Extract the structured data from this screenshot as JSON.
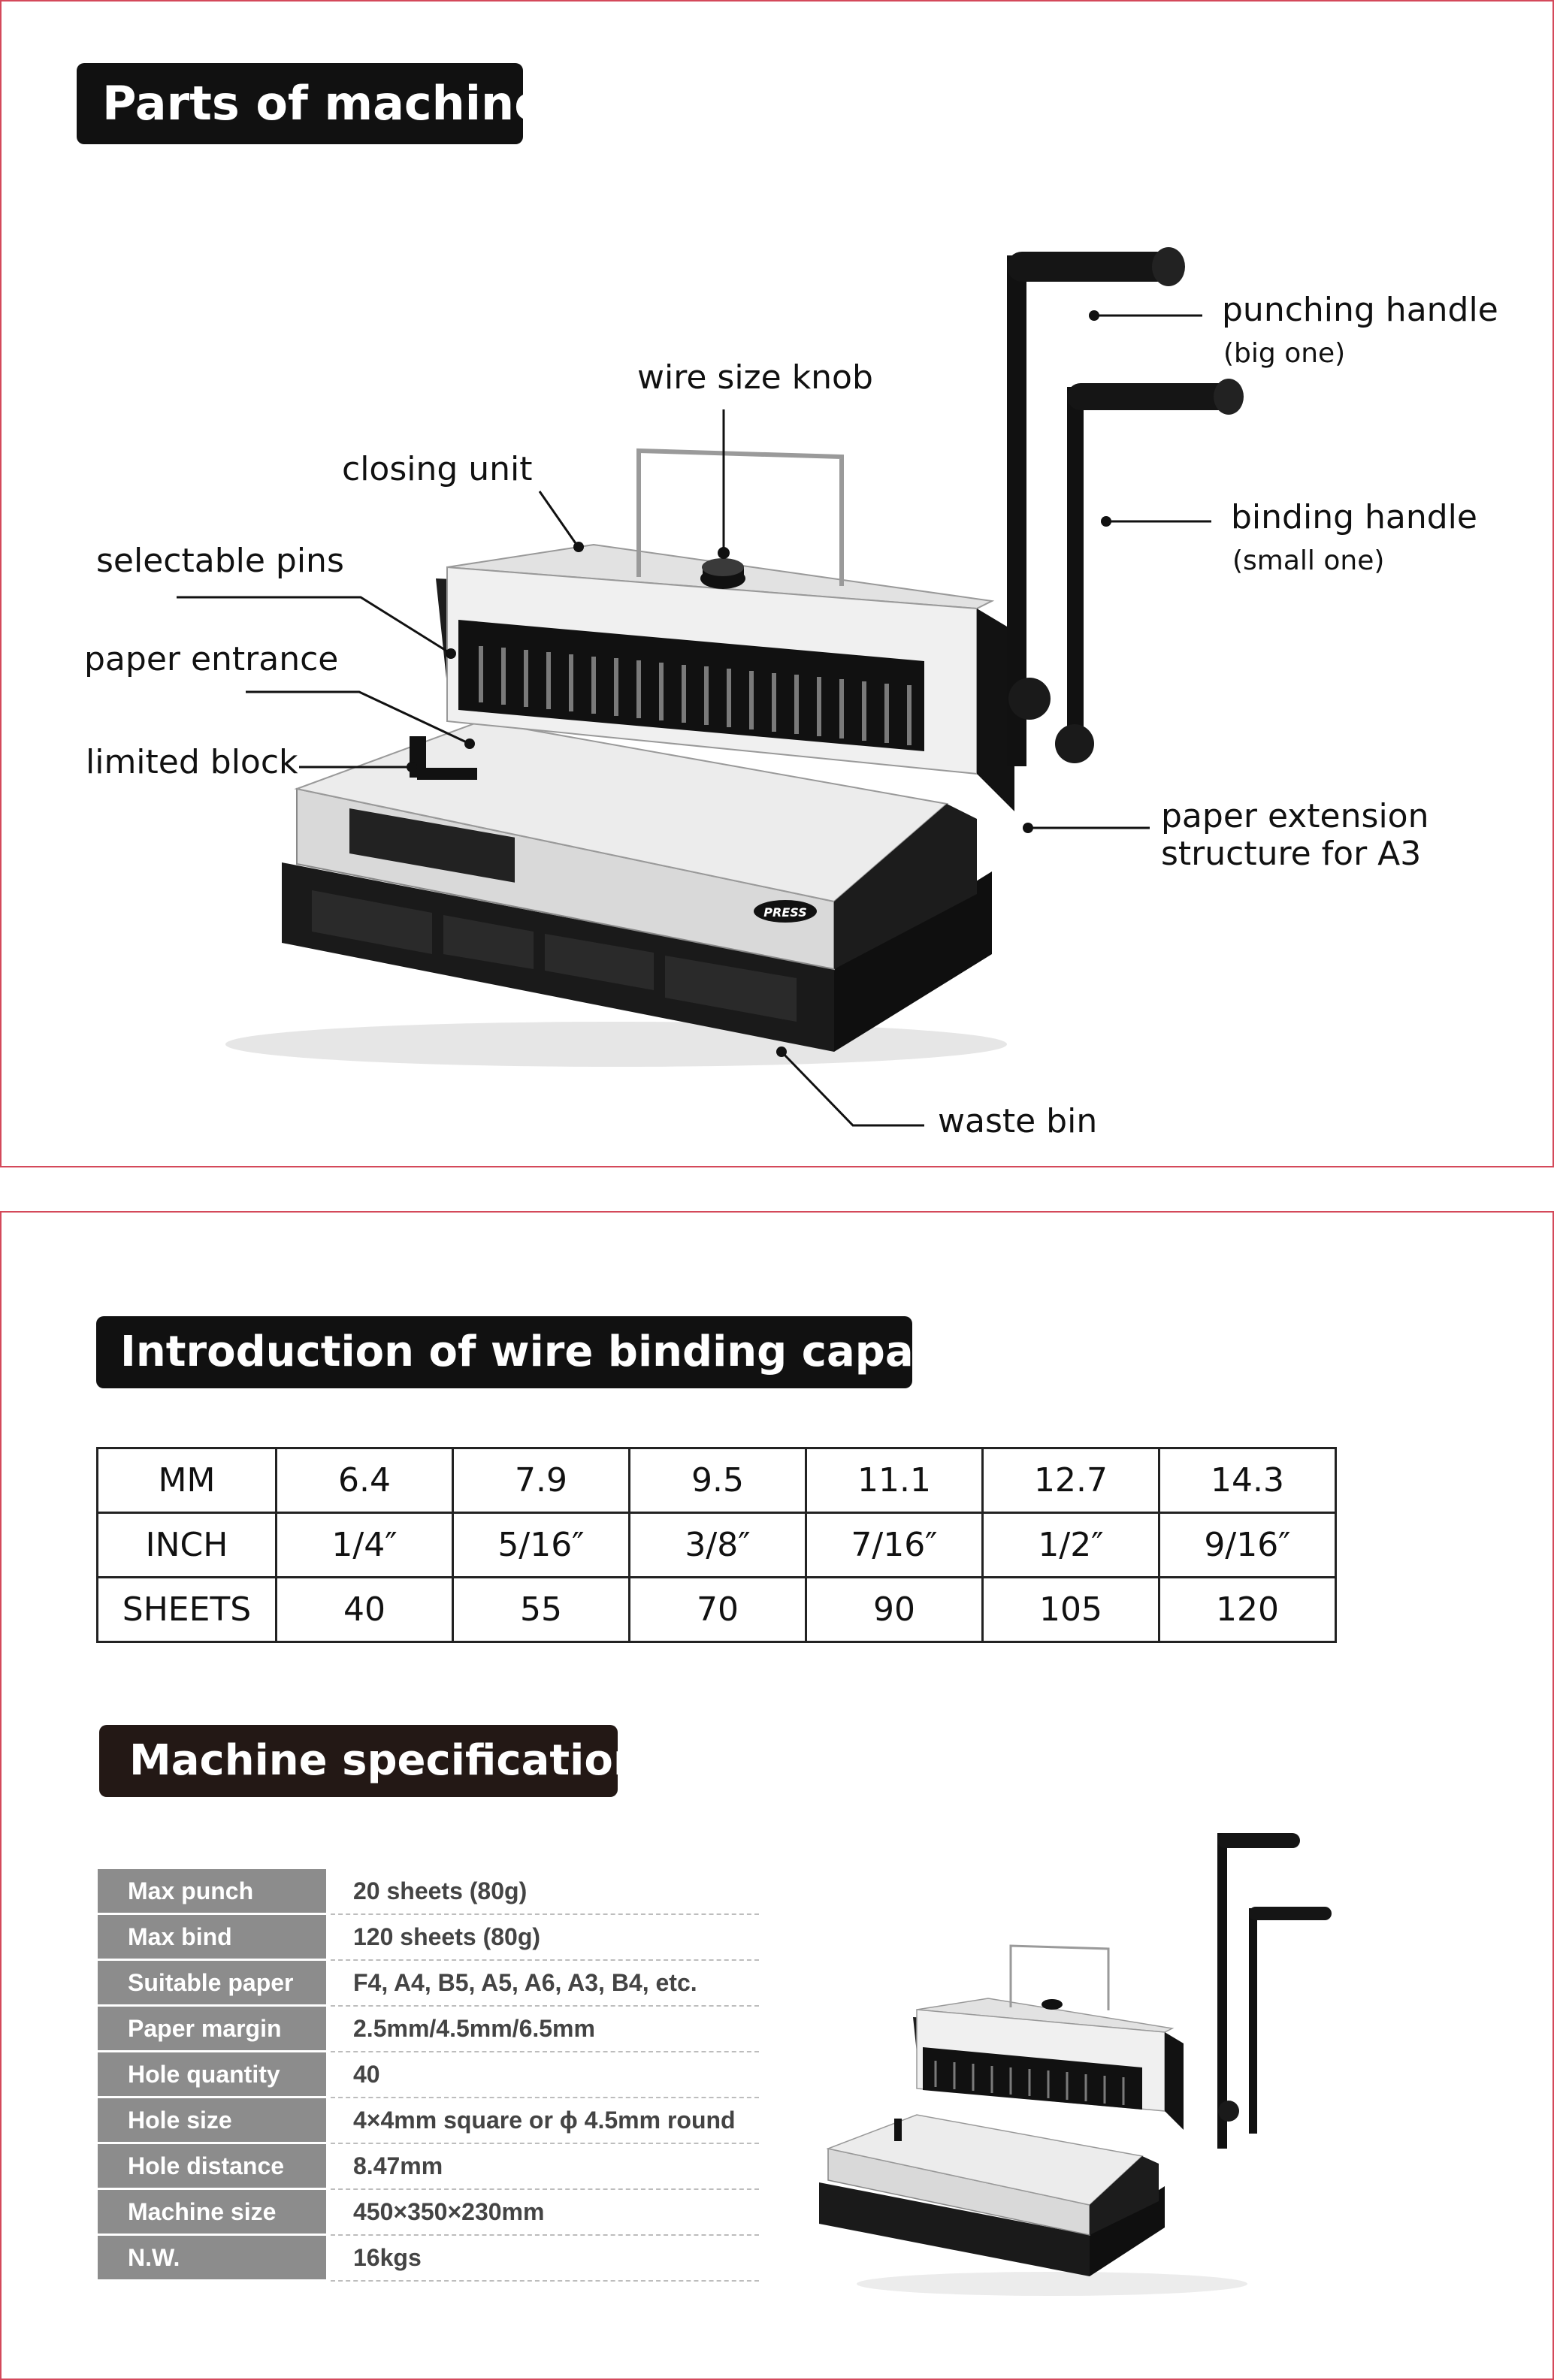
{
  "parts_section": {
    "title": "Parts of machine",
    "callouts": {
      "punching_handle": "punching handle",
      "punching_handle_sub": "(big one)",
      "binding_handle": "binding handle",
      "binding_handle_sub": "(small one)",
      "wire_size_knob": "wire size knob",
      "closing_unit": "closing unit",
      "selectable_pins": "selectable pins",
      "paper_entrance": "paper entrance",
      "limited_block": "limited block",
      "paper_extension_line1": "paper extension",
      "paper_extension_line2": "structure for A3",
      "waste_bin": "waste bin"
    },
    "machine_label": "PRESS"
  },
  "capacity_section": {
    "title": "Introduction of wire binding capacity",
    "rows": [
      {
        "label": "MM",
        "values": [
          "6.4",
          "7.9",
          "9.5",
          "11.1",
          "12.7",
          "14.3"
        ]
      },
      {
        "label": "INCH",
        "values": [
          "1/4″",
          "5/16″",
          "3/8″",
          "7/16″",
          "1/2″",
          "9/16″"
        ]
      },
      {
        "label": "SHEETS",
        "values": [
          "40",
          "55",
          "70",
          "90",
          "105",
          "120"
        ]
      }
    ]
  },
  "specs_section": {
    "title": "Machine specifications",
    "rows": [
      {
        "label": "Max punch",
        "value": "20 sheets (80g)"
      },
      {
        "label": "Max bind",
        "value": "120 sheets (80g)"
      },
      {
        "label": "Suitable paper",
        "value": "F4, A4, B5, A5, A6, A3, B4, etc."
      },
      {
        "label": "Paper margin",
        "value": "2.5mm/4.5mm/6.5mm"
      },
      {
        "label": "Hole quantity",
        "value": "40"
      },
      {
        "label": "Hole size",
        "value": "4×4mm square or ϕ 4.5mm round"
      },
      {
        "label": "Hole distance",
        "value": "8.47mm"
      },
      {
        "label": "Machine size",
        "value": "450×350×230mm"
      },
      {
        "label": "N.W.",
        "value": "16kgs"
      }
    ]
  },
  "colors": {
    "panel_border": "#d4495a",
    "badge": "#111111",
    "spec_label_bg": "#8c8c8c"
  }
}
